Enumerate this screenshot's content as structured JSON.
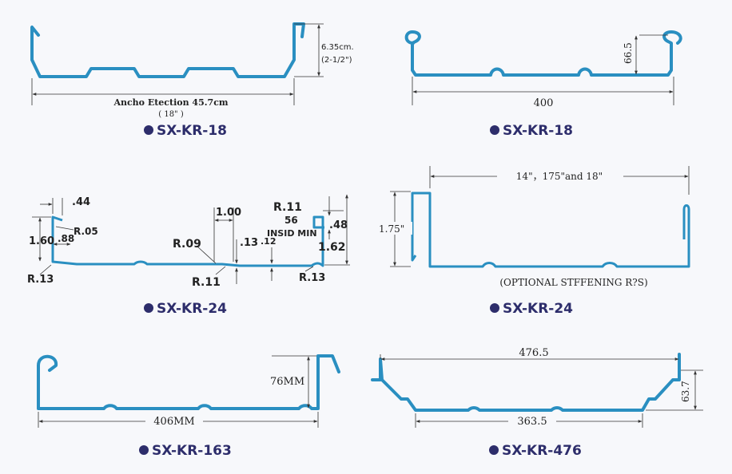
{
  "colors": {
    "profile": "#2a8fc1",
    "label": "#2d2d6b",
    "background": "#f7f8fb"
  },
  "p1": {
    "name": "SX-KR-18",
    "width": "Ancho Etection 45.7cm",
    "width_in": "( 18\" )",
    "height": "6.35cm.",
    "height_in": "(2-1/2\")"
  },
  "p2": {
    "name": "SX-KR-18",
    "width": "400",
    "height": "66.5"
  },
  "p3": {
    "name": "SX-KR-24",
    "d044": ".44",
    "r05": "R.05",
    "d160": "1.60",
    "d088": ".88",
    "r13a": "R.13",
    "r09": "R.09",
    "d100": "1.00",
    "d13": ".13",
    "d12": ".12",
    "r11a": "R.11",
    "r11b": "R.11",
    "d56": "56",
    "insid": "INSID MIN",
    "d048": ".48",
    "d162": "1.62",
    "r13b": "R.13"
  },
  "p4": {
    "name": "SX-KR-24",
    "width": "14\"，175\"and 18\"",
    "height": "1.75\"",
    "note": "(OPTIONAL STFFENING R?S)"
  },
  "p5": {
    "name": "SX-KR-163",
    "width": "406MM",
    "height": "76MM"
  },
  "p6": {
    "name": "SX-KR-476",
    "top_width": "476.5",
    "bottom_width": "363.5",
    "height": "63.7"
  }
}
